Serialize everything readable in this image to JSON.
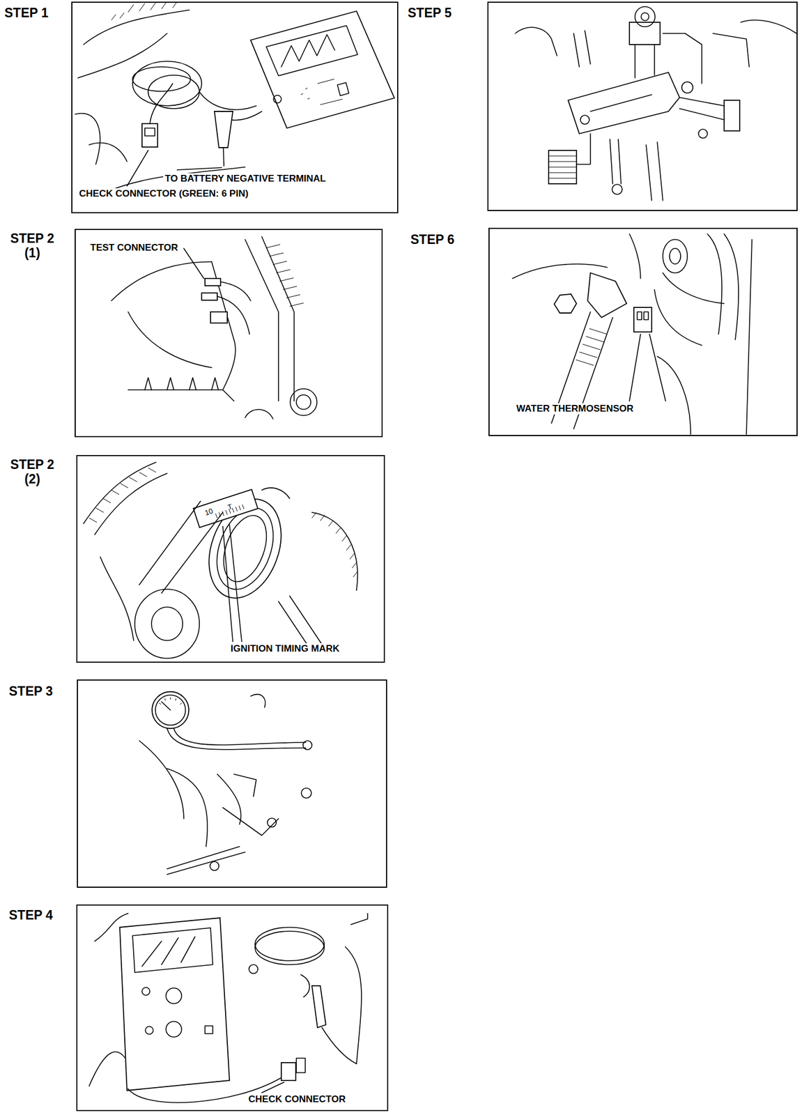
{
  "diagram": {
    "nodes": [
      {
        "text": [
          "STEP 1",
          "TO BATTERY NEGATIVE TERMINAL",
          "CHECK CONNECTOR (GREEN: 6 PIN)"
        ]
      },
      {
        "text": [
          "STEP 2 (1)",
          "TEST CONNECTOR"
        ]
      },
      {
        "text": [
          "STEP 2 (2)",
          "10",
          "T",
          "IGNITION TIMING MARK"
        ]
      },
      {
        "text": [
          "STEP 3"
        ]
      },
      {
        "text": [
          "STEP 4",
          "CHECK CONNECTOR"
        ]
      },
      {
        "text": [
          "STEP 5"
        ]
      },
      {
        "text": [
          "STEP 6",
          "WATER THERMOSENSOR"
        ]
      }
    ]
  }
}
